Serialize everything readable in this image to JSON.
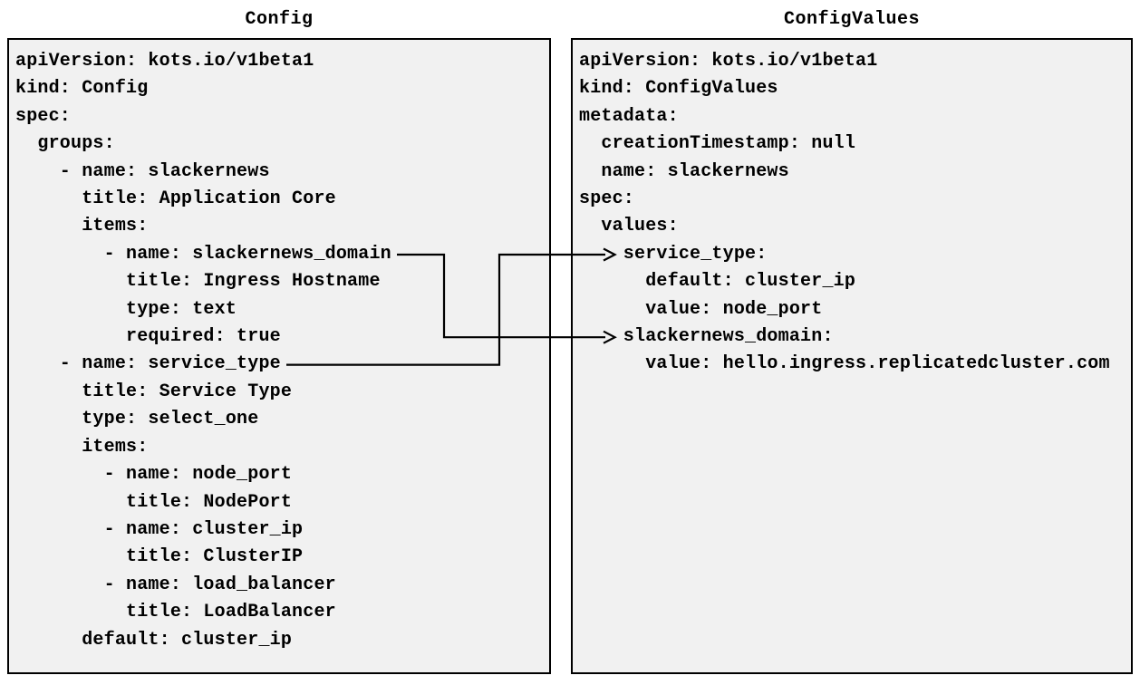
{
  "colors": {
    "page_background": "#ffffff",
    "panel_background": "#f1f1f1",
    "panel_border": "#000000",
    "text": "#000000",
    "arrow": "#000000"
  },
  "left_panel": {
    "title": "Config",
    "lines": [
      "apiVersion: kots.io/v1beta1",
      "kind: Config",
      "spec:",
      "  groups:",
      "    - name: slackernews",
      "      title: Application Core",
      "      items:",
      "        - name: slackernews_domain",
      "          title: Ingress Hostname",
      "          type: text",
      "          required: true",
      "    - name: service_type",
      "      title: Service Type",
      "      type: select_one",
      "      items:",
      "        - name: node_port",
      "          title: NodePort",
      "        - name: cluster_ip",
      "          title: ClusterIP",
      "        - name: load_balancer",
      "          title: LoadBalancer",
      "      default: cluster_ip"
    ]
  },
  "right_panel": {
    "title": "ConfigValues",
    "lines": [
      "apiVersion: kots.io/v1beta1",
      "kind: ConfigValues",
      "metadata:",
      "  creationTimestamp: null",
      "  name: slackernews",
      "spec:",
      "  values:",
      "    service_type:",
      "      default: cluster_ip",
      "      value: node_port",
      "    slackernews_domain:",
      "      value: hello.ingress.replicatedcluster.com"
    ]
  },
  "arrows": [
    {
      "from_label": "slackernews_domain",
      "from_panel": "Config",
      "to_label": "slackernews_domain",
      "to_panel": "ConfigValues"
    },
    {
      "from_label": "service_type",
      "from_panel": "Config",
      "to_label": "service_type",
      "to_panel": "ConfigValues"
    }
  ]
}
